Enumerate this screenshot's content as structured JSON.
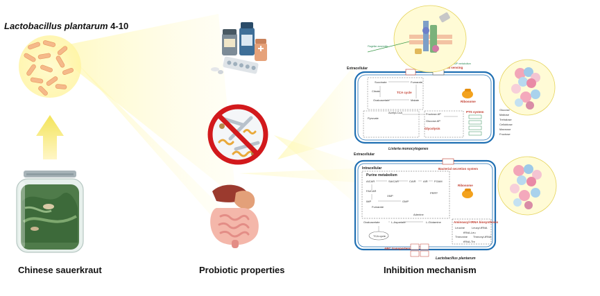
{
  "title": {
    "genus_species": "Lactobacillus plantarum",
    "strain": " 4-10"
  },
  "bottom_labels": {
    "sauerkraut": "Chinese sauerkraut",
    "probiotic": "Probiotic properties",
    "inhibition": "Inhibition mechanism"
  },
  "panel_top": {
    "extracellular": "Extracellular",
    "organism": "Listeria monocytogenes",
    "tca": "TCA cycle",
    "glycolysis": "Glycolysis",
    "pts": "PTS system",
    "ribosome": "Ribosome",
    "bacterial_sensing": "Bacterial sensing",
    "camp": "CAMP metabolism",
    "flagellar": "Flagellar assembly",
    "metabolites": [
      "Fumarate",
      "Succinate",
      "Malate",
      "Oxaloacetate",
      "Citrate",
      "Pyruvate",
      "Acetyl-CoA",
      "Fructose-6P",
      "Glucose-6P"
    ],
    "sugars": [
      "Glucose",
      "Maltose",
      "Trehalose",
      "Cellobiose",
      "Mannose",
      "Fructose"
    ]
  },
  "panel_bottom": {
    "extracellular": "Extracellular",
    "intracellular": "Intracellular",
    "organism": "Lactobacillus plantarum",
    "purine": "Purine metabolism",
    "secretion": "Bacterial secretion system",
    "ribosome": "Ribosome",
    "aminoacyl": "Aminoacyl-tRNA biosynthesis",
    "abc": "ABC transporters",
    "tca": "TCA cycle",
    "metabolites": [
      "AICAR",
      "FAICAR",
      "SAICAR",
      "CAIR",
      "AIR",
      "FGAM",
      "PRPP",
      "IMP",
      "XMP",
      "GMP",
      "Adenine",
      "L-Glutamine",
      "Oxaloacetate",
      "L-Aspartate",
      "Fumarate"
    ],
    "trna": [
      "Leucine",
      "Leucyl-tRNA",
      "Threonine",
      "Threonyl-tRNA",
      "tRNA-Leu",
      "tRNA-Thr"
    ]
  },
  "colors": {
    "cell_border": "#1f6fb2",
    "highlight": "#fff6b0",
    "forbid": "#d2191c",
    "accent_red": "#c0392b",
    "accent_green": "#2e8b57"
  }
}
